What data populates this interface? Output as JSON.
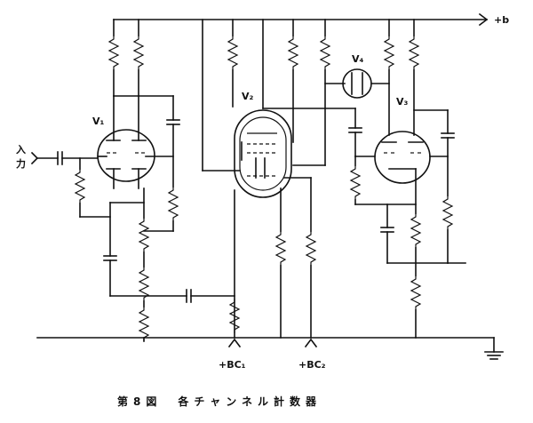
{
  "labels": {
    "supply": "+b",
    "input_line1": "入",
    "input_line2": "力",
    "v1": "V₁",
    "v2": "V₂",
    "v3": "V₃",
    "v4": "V₄",
    "bc1": "+BC₁",
    "bc2": "+BC₂"
  },
  "caption": "第8図　各チャンネル計数器",
  "colors": {
    "ink": "#111111",
    "paper": "#ffffff"
  }
}
